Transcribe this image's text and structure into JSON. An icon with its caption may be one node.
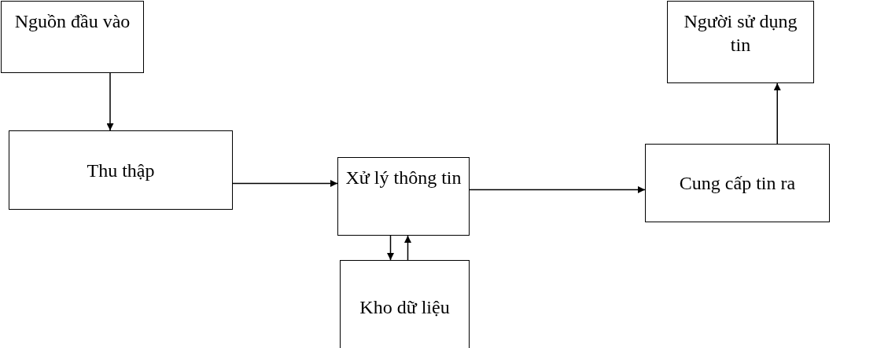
{
  "diagram": {
    "nodes": [
      {
        "text": [
          "Nguồn đầu vào"
        ]
      },
      {
        "text": [
          "Thu thập"
        ]
      },
      {
        "text": [
          "Xử lý thông tin"
        ]
      },
      {
        "text": [
          "Kho dữ liệu"
        ]
      },
      {
        "text": [
          "Người sử dụng tin"
        ]
      },
      {
        "text": [
          "Cung cấp tin ra"
        ]
      }
    ],
    "edges": [
      {
        "from": 0,
        "to": 1,
        "arrow": "to"
      },
      {
        "from": 1,
        "to": 2,
        "arrow": "to"
      },
      {
        "from": 2,
        "to": 5,
        "arrow": "to"
      },
      {
        "from": 5,
        "to": 4,
        "arrow": "to"
      },
      {
        "from": 2,
        "to": 3,
        "arrow": "to"
      },
      {
        "from": 3,
        "to": 2,
        "arrow": "to"
      }
    ]
  }
}
